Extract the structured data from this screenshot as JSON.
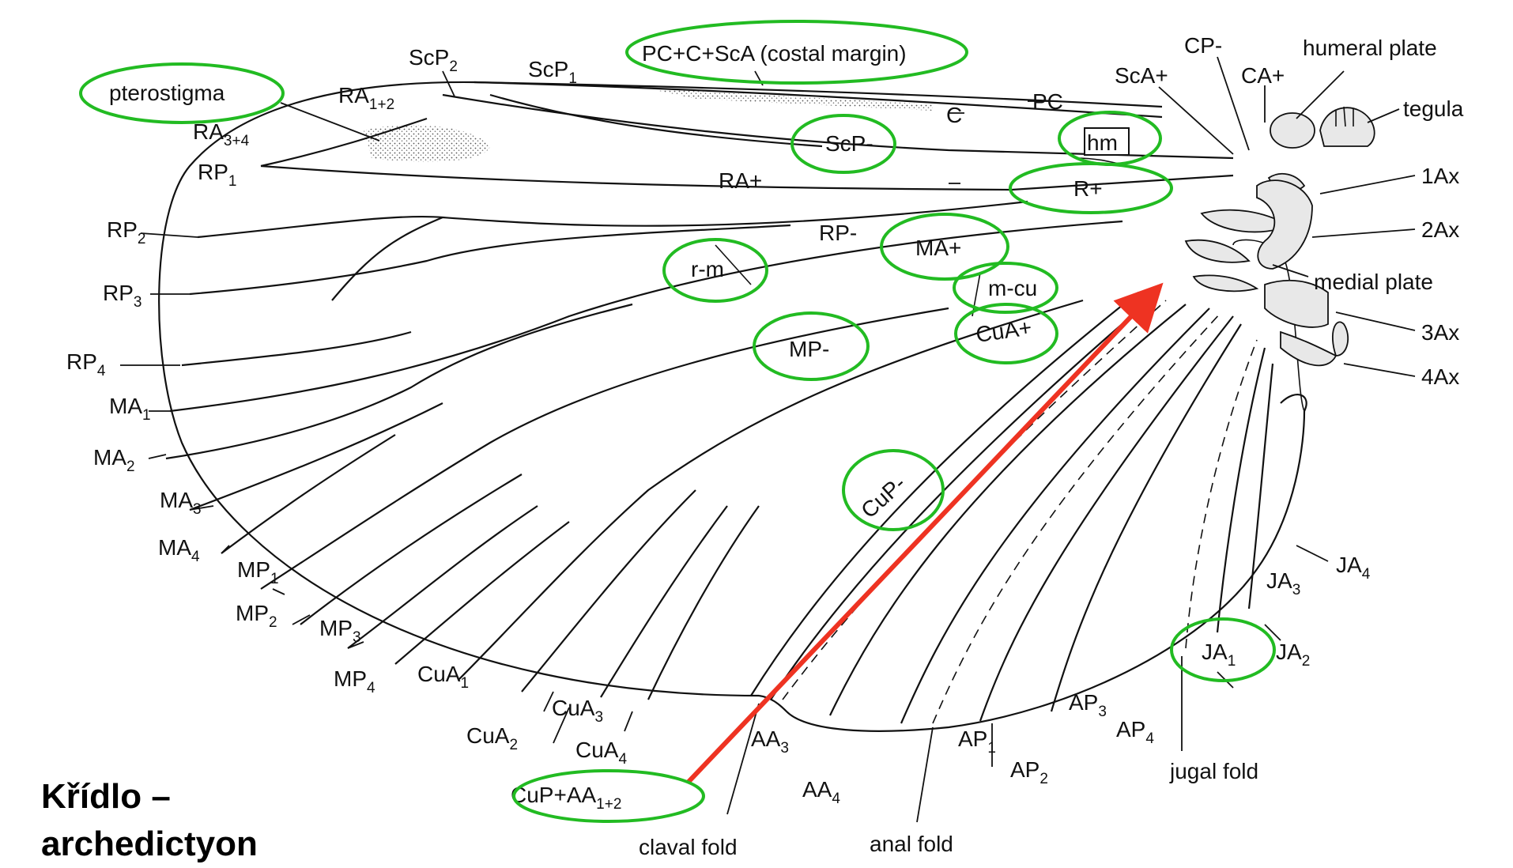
{
  "title": {
    "line1": "Křídlo –",
    "line2": "archedictyon"
  },
  "colors": {
    "highlight": "#22bb22",
    "arrow": "#ee3322",
    "ink": "#111111"
  },
  "labels": {
    "pterostigma": "pterostigma",
    "scp2_base": "ScP",
    "scp2_sub": "2",
    "scp1_base": "ScP",
    "scp1_sub": "1",
    "ra12_base": "RA",
    "ra12_sub": "1+2",
    "ra34_base": "RA",
    "ra34_sub": "3+4",
    "rp1_base": "RP",
    "rp1_sub": "1",
    "rp2_base": "RP",
    "rp2_sub": "2",
    "rp3_base": "RP",
    "rp3_sub": "3",
    "rp4_base": "RP",
    "rp4_sub": "4",
    "ma1_base": "MA",
    "ma1_sub": "1",
    "ma2_base": "MA",
    "ma2_sub": "2",
    "ma3_base": "MA",
    "ma3_sub": "3",
    "ma4_base": "MA",
    "ma4_sub": "4",
    "mp1_base": "MP",
    "mp1_sub": "1",
    "mp2_base": "MP",
    "mp2_sub": "2",
    "mp3_base": "MP",
    "mp3_sub": "3",
    "mp4_base": "MP",
    "mp4_sub": "4",
    "cua1_base": "CuA",
    "cua1_sub": "1",
    "cua2_base": "CuA",
    "cua2_sub": "2",
    "cua3_base": "CuA",
    "cua3_sub": "3",
    "cua4_base": "CuA",
    "cua4_sub": "4",
    "cupaa_base": "CuP+AA",
    "cupaa_sub": "1+2",
    "aa3_base": "AA",
    "aa3_sub": "3",
    "aa4_base": "AA",
    "aa4_sub": "4",
    "ap1_base": "AP",
    "ap1_sub": "1",
    "ap2_base": "AP",
    "ap2_sub": "2",
    "ap3_base": "AP",
    "ap3_sub": "3",
    "ap4_base": "AP",
    "ap4_sub": "4",
    "ja1_base": "JA",
    "ja1_sub": "1",
    "ja2_base": "JA",
    "ja2_sub": "2",
    "ja3_base": "JA",
    "ja3_sub": "3",
    "ja4_base": "JA",
    "ja4_sub": "4",
    "costal_margin": "PC+C+ScA (costal margin)",
    "pc": "PC",
    "c": "C",
    "scp_minus": "ScP-",
    "hm": "hm",
    "ra_plus": "RA+",
    "r_plus": "R+",
    "rp_minus": "RP-",
    "ma_plus": "MA+",
    "r_m": "r-m",
    "m_cu": "m-cu",
    "mp_minus": "MP-",
    "cua_plus": "CuA+",
    "cup_minus": "CuP-",
    "sca_plus": "ScA+",
    "cp_minus": "CP-",
    "ca_plus": "CA+",
    "humeral_plate": "humeral plate",
    "tegula": "tegula",
    "ax1": "1Ax",
    "ax2": "2Ax",
    "ax3": "3Ax",
    "ax4": "4Ax",
    "medial_plate": "medial plate",
    "claval_fold": "claval fold",
    "anal_fold": "anal fold",
    "jugal_fold": "jugal fold"
  }
}
